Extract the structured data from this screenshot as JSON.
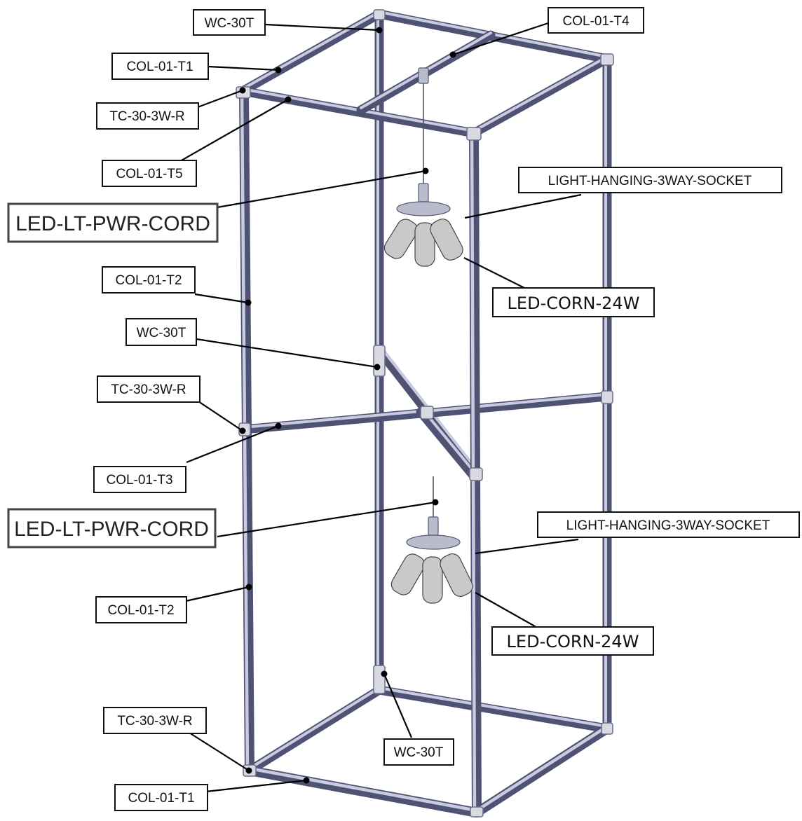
{
  "diagram": {
    "labels": {
      "wc_30t_top": "WC-30T",
      "col_01_t4": "COL-01-T4",
      "col_01_t1_top": "COL-01-T1",
      "tc_30_3w_r_top": "TC-30-3W-R",
      "col_01_t5": "COL-01-T5",
      "led_lt_pwr_cord_upper": "LED-LT-PWR-CORD",
      "light_hanging_socket_upper": "LIGHT-HANGING-3WAY-SOCKET",
      "led_corn_upper": "LED-CORN-24W",
      "col_01_t2_upper": "COL-01-T2",
      "wc_30t_mid": "WC-30T",
      "tc_30_3w_r_mid": "TC-30-3W-R",
      "col_01_t3": "COL-01-T3",
      "led_lt_pwr_cord_lower": "LED-LT-PWR-CORD",
      "light_hanging_socket_lower": "LIGHT-HANGING-3WAY-SOCKET",
      "led_corn_lower": "LED-CORN-24W",
      "col_01_t2_lower": "COL-01-T2",
      "tc_30_3w_r_bottom": "TC-30-3W-R",
      "wc_30t_bottom": "WC-30T",
      "col_01_t1_bottom": "COL-01-T1"
    }
  }
}
